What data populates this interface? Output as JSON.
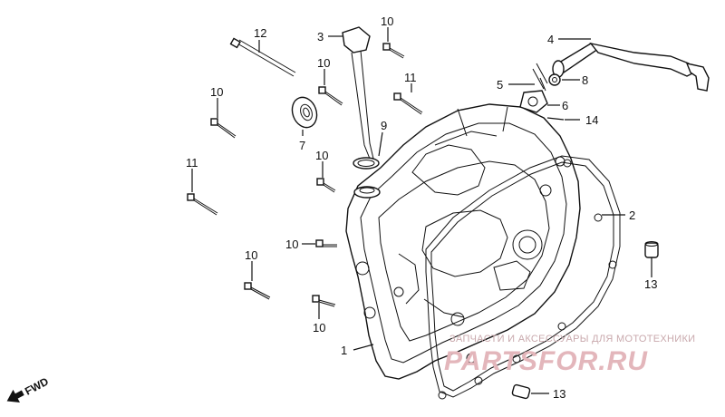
{
  "diagram": {
    "labels": {
      "p1": "1",
      "p2": "2",
      "p3": "3",
      "p4": "4",
      "p5": "5",
      "p6": "6",
      "p7": "7",
      "p8": "8",
      "p9": "9",
      "p10a": "10",
      "p10b": "10",
      "p10c": "10",
      "p10d": "10",
      "p10e": "10",
      "p10f": "10",
      "p10g": "10",
      "p11a": "11",
      "p11b": "11",
      "p12": "12",
      "p13a": "13",
      "p13b": "13",
      "p14": "14"
    },
    "direction": "FWD",
    "watermark": {
      "tagline": "ЗАПЧАСТИ И АКСЕССУАРЫ ДЛЯ МОТОТЕХНИКИ",
      "brand": "PARTSFOR.RU"
    }
  }
}
